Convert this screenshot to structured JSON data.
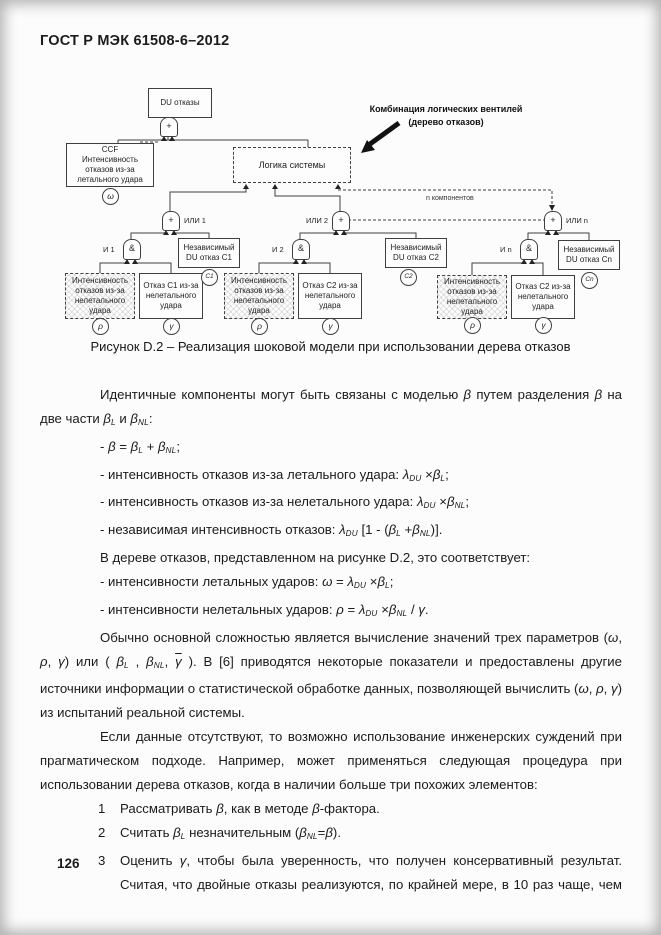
{
  "header": {
    "title": "ГОСТ Р МЭК 61508-6–2012"
  },
  "page_number": "126",
  "figure": {
    "caption": "Рисунок D.2 – Реализация шоковой модели при использовании дерева отказов"
  },
  "diagram": {
    "annotation_line1": "Комбинация логических вентилей",
    "annotation_line2": "(дерево отказов)",
    "n_components_label": "n компонентов",
    "boxes": {
      "du": "DU отказы",
      "ccf": "CCF\nИнтенсивность\nотказов из-за\nлетального удара",
      "logic": "Логика системы",
      "indep1": "Независимый\nDU отказ C1",
      "indep2": "Независимый\nDU отказ C2",
      "indepn": "Независимый\nDU отказ Cn",
      "intensity": "Интенсивность отказов из-за нелетального удара",
      "fail1": "Отказ C1 из-за нелетального удара",
      "fail2": "Отказ C2 из-за нелетального удара",
      "failn": "Отказ C2 из-за нелетального удара"
    },
    "gates": {
      "or_symbol": "+",
      "and_symbol": "&",
      "or1_label": "ИЛИ 1",
      "or2_label": "ИЛИ 2",
      "orn_label": "ИЛИ n",
      "and1_label": "И 1",
      "and2_label": "И 2",
      "andn_label": "И n"
    },
    "circles": {
      "omega": "ω",
      "rho": "ρ",
      "gamma": "γ",
      "c1": "C1",
      "c2": "C2",
      "cn": "Cn"
    }
  },
  "body": [
    {
      "style": "p-ij",
      "segments": [
        {
          "t": "Идентичные компоненты могут быть связаны с моделью "
        },
        {
          "t": "β",
          "s": "i"
        },
        {
          "t": " путем разделения "
        },
        {
          "t": "β",
          "s": "i"
        },
        {
          "t": " на две части "
        },
        {
          "t": "β",
          "s": "i"
        },
        {
          "t": "L",
          "s": "isub"
        },
        {
          "t": " и "
        },
        {
          "t": "β",
          "s": "i"
        },
        {
          "t": "NL",
          "s": "isub"
        },
        {
          "t": ":"
        }
      ]
    },
    {
      "style": "dash",
      "segments": [
        {
          "t": "- "
        },
        {
          "t": "β",
          "s": "i"
        },
        {
          "t": " = "
        },
        {
          "t": "β",
          "s": "i"
        },
        {
          "t": "L",
          "s": "isub"
        },
        {
          "t": " + "
        },
        {
          "t": "β",
          "s": "i"
        },
        {
          "t": "NL",
          "s": "isub"
        },
        {
          "t": ";"
        }
      ]
    },
    {
      "style": "dash",
      "segments": [
        {
          "t": "- интенсивность отказов из-за летального удара: "
        },
        {
          "t": "λ",
          "s": "i"
        },
        {
          "t": "DU",
          "s": "isub"
        },
        {
          "t": " ×",
          "s": ""
        },
        {
          "t": "β",
          "s": "i"
        },
        {
          "t": "L",
          "s": "isub"
        },
        {
          "t": ";"
        }
      ]
    },
    {
      "style": "dash",
      "segments": [
        {
          "t": "- интенсивность отказов из-за нелетального удара: "
        },
        {
          "t": "λ",
          "s": "i"
        },
        {
          "t": "DU",
          "s": "isub"
        },
        {
          "t": " ×"
        },
        {
          "t": "β",
          "s": "i"
        },
        {
          "t": "NL",
          "s": "isub"
        },
        {
          "t": ";"
        }
      ]
    },
    {
      "style": "dash",
      "segments": [
        {
          "t": "- независимая интенсивность отказов:  "
        },
        {
          "t": "λ",
          "s": "i"
        },
        {
          "t": "DU",
          "s": "isub"
        },
        {
          "t": " [1 - ("
        },
        {
          "t": "β",
          "s": "i"
        },
        {
          "t": "L",
          "s": "isub"
        },
        {
          "t": " +"
        },
        {
          "t": "β",
          "s": "i"
        },
        {
          "t": "NL",
          "s": "isub"
        },
        {
          "t": ")]."
        }
      ]
    },
    {
      "style": "p-i",
      "segments": [
        {
          "t": "В дереве отказов, представленном на рисунке D.2, это соответствует:"
        }
      ]
    },
    {
      "style": "dash",
      "segments": [
        {
          "t": "- интенсивности летальных ударов: "
        },
        {
          "t": "ω",
          "s": "i"
        },
        {
          "t": " = "
        },
        {
          "t": "λ",
          "s": "i"
        },
        {
          "t": "DU",
          "s": "isub"
        },
        {
          "t": " ×"
        },
        {
          "t": "β",
          "s": "i"
        },
        {
          "t": "L",
          "s": "isub"
        },
        {
          "t": ";"
        }
      ]
    },
    {
      "style": "dash",
      "segments": [
        {
          "t": "- интенсивности нелетальных ударов: "
        },
        {
          "t": "ρ",
          "s": "i"
        },
        {
          "t": " = "
        },
        {
          "t": "λ",
          "s": "i"
        },
        {
          "t": "DU",
          "s": "isub"
        },
        {
          "t": " ×"
        },
        {
          "t": "β",
          "s": "i"
        },
        {
          "t": "NL",
          "s": "isub"
        },
        {
          "t": " / "
        },
        {
          "t": "γ",
          "s": "i"
        },
        {
          "t": "."
        }
      ]
    },
    {
      "style": "p-ij",
      "segments": [
        {
          "t": "Обычно основной сложностью является вычисление значений трех параметров ("
        },
        {
          "t": "ω",
          "s": "i"
        },
        {
          "t": ", "
        },
        {
          "t": "ρ",
          "s": "i"
        },
        {
          "t": ", "
        },
        {
          "t": "γ",
          "s": "i"
        },
        {
          "t": ") или (  "
        },
        {
          "t": "β",
          "s": "i"
        },
        {
          "t": "L",
          "s": "isub"
        },
        {
          "t": " , "
        },
        {
          "t": "β",
          "s": "i"
        },
        {
          "t": "NL",
          "s": "isub"
        },
        {
          "t": ",  "
        },
        {
          "t": "γ",
          "s": "iover"
        },
        {
          "t": "  ). В [6] приводятся некоторые показатели и предоставлены другие источники информации о статистической обработке данных, позволяющей вычислить ("
        },
        {
          "t": "ω",
          "s": "i"
        },
        {
          "t": ", "
        },
        {
          "t": "ρ",
          "s": "i"
        },
        {
          "t": ", "
        },
        {
          "t": "γ",
          "s": "i"
        },
        {
          "t": ") из испытаний реальной системы."
        }
      ]
    },
    {
      "style": "p-ij",
      "segments": [
        {
          "t": "Если данные отсутствуют, то возможно использование инженерских суждений при прагматическом подходе. Например, может применяться следующая процедура при использовании дерева отказов, когда в наличии больше три похожих элементов:"
        }
      ]
    },
    {
      "style": "li",
      "num": "1",
      "segments": [
        {
          "t": "Рассматривать "
        },
        {
          "t": "β",
          "s": "i"
        },
        {
          "t": ", как в методе "
        },
        {
          "t": "β",
          "s": "i"
        },
        {
          "t": "-фактора."
        }
      ]
    },
    {
      "style": "li",
      "num": "2",
      "segments": [
        {
          "t": "Считать "
        },
        {
          "t": "β",
          "s": "i"
        },
        {
          "t": "L",
          "s": "isub"
        },
        {
          "t": " незначительным ("
        },
        {
          "t": "β",
          "s": "i"
        },
        {
          "t": "NL",
          "s": "isub"
        },
        {
          "t": "="
        },
        {
          "t": "β",
          "s": "i"
        },
        {
          "t": ")."
        }
      ]
    },
    {
      "style": "li jlast",
      "num": "3",
      "segments": [
        {
          "t": "Оценить "
        },
        {
          "t": "γ",
          "s": "i"
        },
        {
          "t": ", чтобы была уверенность, что получен консервативный результат. Считая, что двойные отказы реализуются, по крайней мере, в 10 раз чаще, чем"
        }
      ]
    }
  ]
}
